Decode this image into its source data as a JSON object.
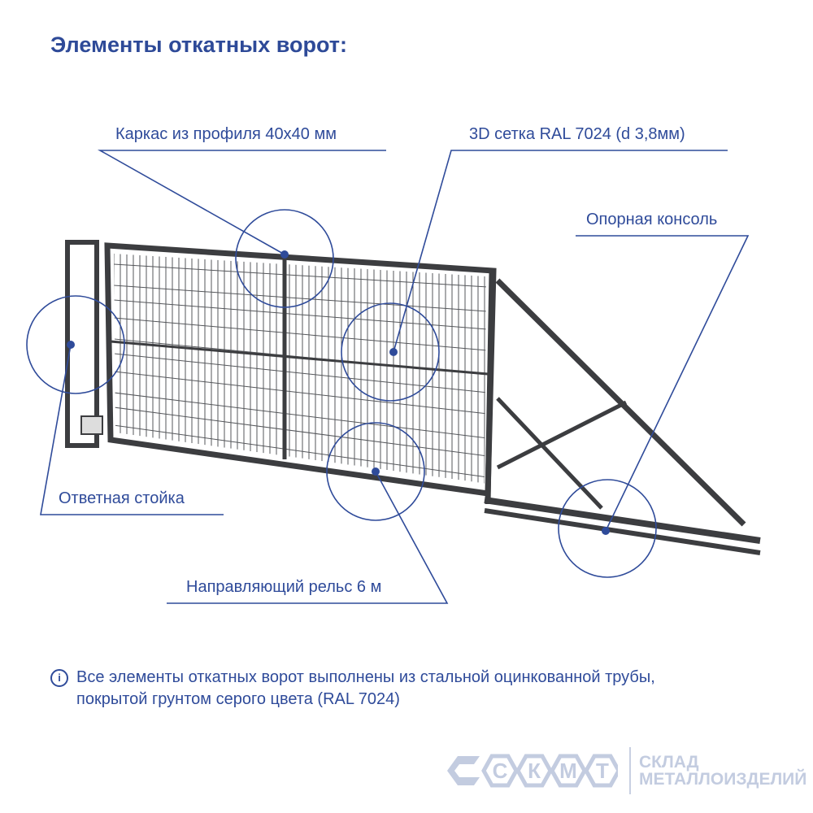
{
  "title": "Элементы откатных ворот:",
  "labels": {
    "frame": "Каркас из профиля 40х40 мм",
    "mesh": "3D сетка RAL 7024 (d 3,8мм)",
    "console": "Опорная консоль",
    "post": "Ответная стойка",
    "rail": "Направляющий рельс 6 м"
  },
  "note": {
    "icon": "info-icon",
    "text_line1": "Все элементы откатных ворот выполнены из стальной оцинкованной трубы,",
    "text_line2": "покрытой грунтом серого цвета (RAL 7024)"
  },
  "logo": {
    "letters": [
      "С",
      "К",
      "М",
      "Т"
    ],
    "line1": "СКЛАД",
    "line2": "МЕТАЛЛОИЗДЕЛИЙ"
  },
  "colors": {
    "accent": "#2f4b9a",
    "metal": "#3c3d40",
    "logo": "#c3cce0"
  }
}
